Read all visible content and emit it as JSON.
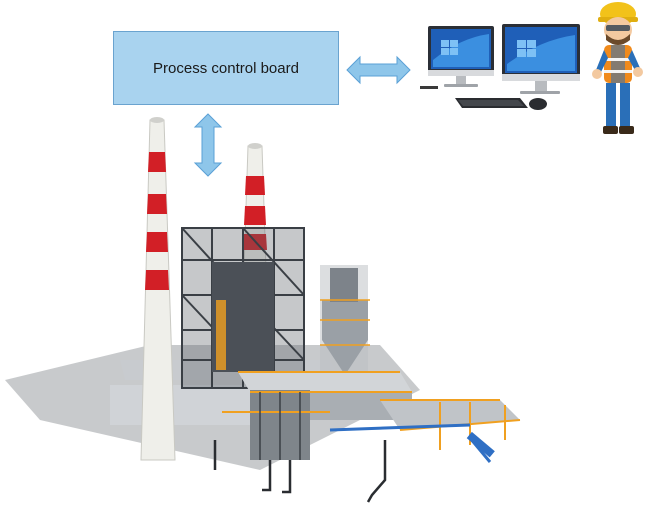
{
  "diagram": {
    "board_label": "Process control board",
    "nodes": [
      {
        "id": "board",
        "label": "Process control board"
      },
      {
        "id": "computers",
        "icon": "desktop-computer-icon"
      },
      {
        "id": "operator",
        "icon": "engineer-icon"
      },
      {
        "id": "plant",
        "icon": "power-plant-illustration"
      }
    ],
    "links": [
      {
        "from": "board",
        "to": "computers",
        "type": "bidirectional"
      },
      {
        "from": "board",
        "to": "plant",
        "type": "bidirectional"
      }
    ]
  },
  "colors": {
    "board_fill": "#a9d3ef",
    "board_border": "#6aa3cf",
    "arrow_fill": "#8ec6ea",
    "arrow_stroke": "#5aa0d6",
    "chimney_red": "#d21f26",
    "chimney_white": "#efefea",
    "steel_dark": "#3a3f45",
    "steel_orange": "#f0a020",
    "steel_blue": "#2f6fc4",
    "helmet_yellow": "#f2c21a",
    "vest_orange": "#f08a1c",
    "overall_blue": "#2a6fb8"
  }
}
